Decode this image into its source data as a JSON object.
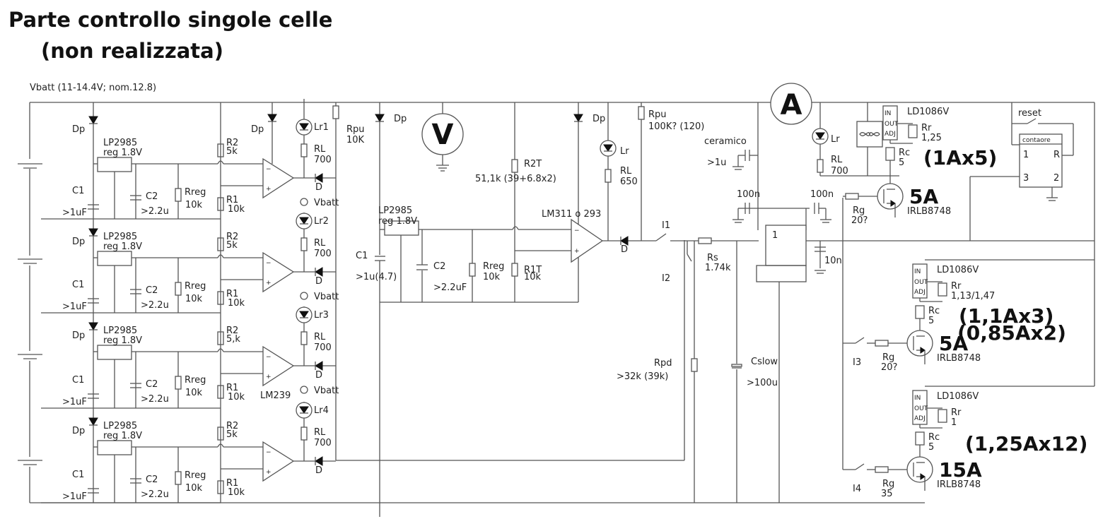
{
  "title": {
    "line1": "Parte controllo singole celle",
    "line2": "(non realizzata)"
  },
  "supply_label": "Vbatt (11-14.4V; nom.12.8)",
  "cells": [
    {
      "dp": "Dp",
      "reg_name": "LP2985",
      "reg_value": "reg 1.8V",
      "c1": "C1",
      "c1_value": ">1uF",
      "c2": "C2",
      "c2_value": ">2.2u",
      "rreg": "Rreg",
      "rreg_value": "10k",
      "r2": "R2",
      "r2_value": "5k",
      "r1": "R1",
      "r1_value": "10k",
      "led": "Lr1",
      "rl": "RL",
      "rl_value": "700",
      "diode": "D",
      "vbatt": "Vbatt"
    },
    {
      "dp": "Dp",
      "reg_name": "LP2985",
      "reg_value": "reg 1.8V",
      "c1": "C1",
      "c1_value": ">1uF",
      "c2": "C2",
      "c2_value": ">2.2u",
      "rreg": "Rreg",
      "rreg_value": "10k",
      "r2": "R2",
      "r2_value": "5k",
      "r1": "R1",
      "r1_value": "10k",
      "led": "Lr2",
      "rl": "RL",
      "rl_value": "700",
      "diode": "D",
      "vbatt": "Vbatt"
    },
    {
      "dp": "Dp",
      "reg_name": "LP2985",
      "reg_value": "reg 1.8V",
      "c1": "C1",
      "c1_value": ">1uF",
      "c2": "C2",
      "c2_value": ">2.2u",
      "rreg": "Rreg",
      "rreg_value": "10k",
      "r2": "R2",
      "r2_value": "5,k",
      "r1": "R1",
      "r1_value": "10k",
      "led": "Lr3",
      "rl": "RL",
      "rl_value": "700",
      "diode": "D",
      "vbatt": "Vbatt"
    },
    {
      "dp": "Dp",
      "reg_name": "LP2985",
      "reg_value": "reg 1.8V",
      "c1": "C1",
      "c1_value": ">1uF",
      "c2": "C2",
      "c2_value": ">2.2u",
      "rreg": "Rreg",
      "rreg_value": "10k",
      "r2": "R2",
      "r2_value": "5k",
      "r1": "R1",
      "r1_value": "10k",
      "led": "Lr4",
      "rl": "RL",
      "rl_value": "700",
      "diode": "D",
      "vbatt": ""
    }
  ],
  "comparator_ic": "LM239",
  "top_dp": "Dp",
  "rpu1": {
    "name": "Rpu",
    "value": "10K"
  },
  "central": {
    "dp": "Dp",
    "voltmeter": "V",
    "reg_name": "LP2985",
    "reg_value": "reg 1.8V",
    "c1": "C1",
    "c1_value": ">1u(4.7)",
    "c2": "C2",
    "c2_value": ">2.2uF",
    "rreg": "Rreg",
    "rreg_value": "10k",
    "r2t": "R2T",
    "r2t_value": "51,1k (39+6.8x2)",
    "r1t": "R1T",
    "r1t_value": "10k",
    "comparator": "LM311 o 293",
    "dp2": "Dp",
    "led": "Lr",
    "rl": "RL",
    "rl_value": "650",
    "diode": "D",
    "rpu": "Rpu",
    "rpu_value": "100K? (120)"
  },
  "timer": {
    "ceramic": "ceramico",
    "ceramic_value": ">1u",
    "c_100n_a": "100n",
    "c_100n_b": "100n",
    "c_10n": "10n",
    "ic_pin": "1",
    "i1": "I1",
    "i2": "I2",
    "rs": "Rs",
    "rs_value": "1.74k",
    "rpd": "Rpd",
    "rpd_value": ">32k (39k)",
    "cslow": "Cslow",
    "cslow_value": ">100u",
    "cslow_plus": "+"
  },
  "load": {
    "ammeter": "A",
    "led": "Lr",
    "rl": "RL",
    "rl_value": "700",
    "counter": {
      "title": "contaore",
      "pin1": "1",
      "pinR": "R",
      "pin3": "3",
      "pin2": "2",
      "reset": "reset"
    },
    "stages": [
      {
        "reg": "LD1086V",
        "pin_in": "IN",
        "pin_out": "OUT",
        "pin_adj": "ADJ",
        "rr": "Rr",
        "rr_value": "1,25",
        "rc": "Rc",
        "rc_value": "5",
        "current_note": "(1Ax5)",
        "current_note2": "",
        "fet_current": "5A",
        "fet": "IRLB8748",
        "rg": "Rg",
        "rg_value": "20?",
        "switch": ""
      },
      {
        "reg": "LD1086V",
        "pin_in": "IN",
        "pin_out": "OUT",
        "pin_adj": "ADJ",
        "rr": "Rr",
        "rr_value": "1,13/1,47",
        "rc": "Rc",
        "rc_value": "5",
        "current_note": "(1,1Ax3)",
        "current_note2": "(0,85Ax2)",
        "fet_current": "5A",
        "fet": "IRLB8748",
        "rg": "Rg",
        "rg_value": "20?",
        "switch": "I3"
      },
      {
        "reg": "LD1086V",
        "pin_in": "IN",
        "pin_out": "OUT",
        "pin_adj": "ADJ",
        "rr": "Rr",
        "rr_value": "1",
        "rc": "Rc",
        "rc_value": "5",
        "current_note": "(1,25Ax12)",
        "current_note2": "",
        "fet_current": "15A",
        "fet": "IRLB8748",
        "rg": "Rg",
        "rg_value": "35",
        "switch": "I4"
      }
    ]
  }
}
